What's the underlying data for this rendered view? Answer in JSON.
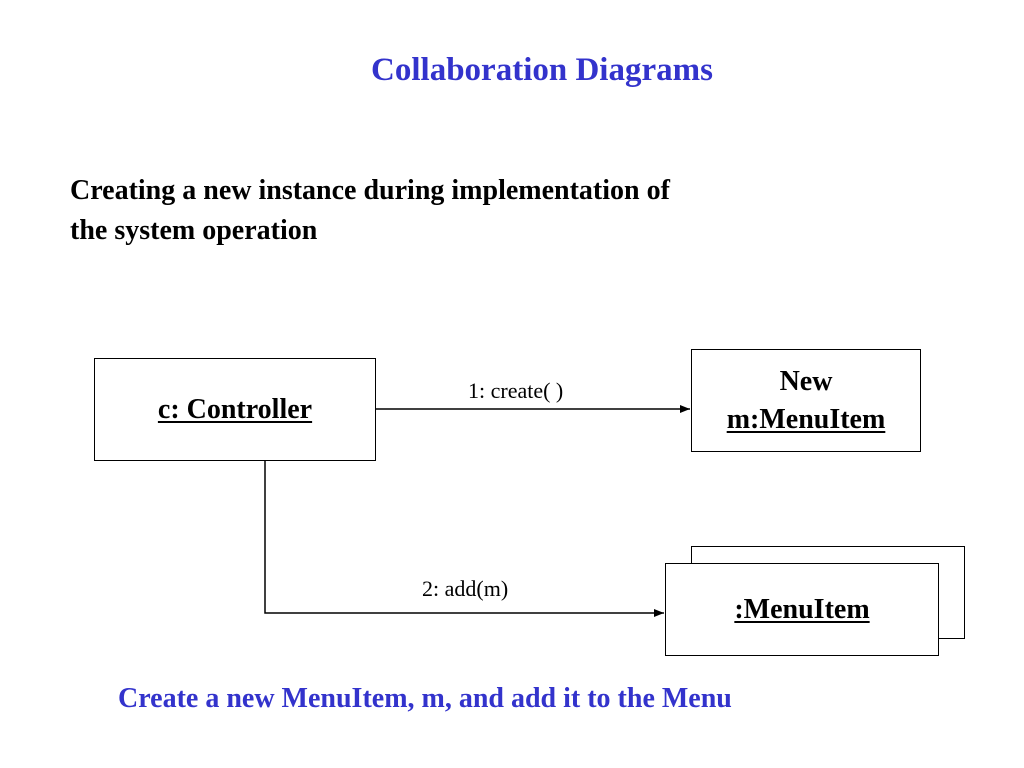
{
  "slide": {
    "title": "Collaboration Diagrams",
    "subtitle_line1": "Creating a new instance during implementation of",
    "subtitle_line2": "the system operation",
    "caption": "Create a new MenuItem, m, and add it to the Menu"
  },
  "diagram": {
    "controller": "c: Controller",
    "new_object_line1": "New",
    "new_object_line2": "m:MenuItem",
    "collection": ":MenuItem",
    "messages": [
      "1: create( )",
      "2: add(m)"
    ]
  },
  "colors": {
    "title": "#3333cc",
    "caption": "#3333cc",
    "text": "#000000"
  }
}
